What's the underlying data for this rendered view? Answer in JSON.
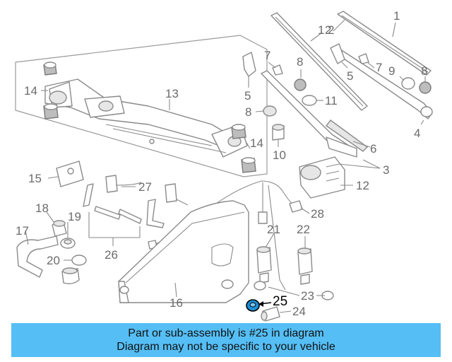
{
  "callouts": [
    "1",
    "1",
    "2",
    "2",
    "3",
    "4",
    "5",
    "5",
    "6",
    "7",
    "7",
    "8",
    "8",
    "8",
    "9",
    "10",
    "11",
    "12",
    "13",
    "14",
    "14",
    "15",
    "16",
    "17",
    "18",
    "19",
    "20",
    "21",
    "22",
    "23",
    "24",
    "25",
    "26",
    "27",
    "28"
  ],
  "highlight": {
    "part": "25",
    "color": "#1e8fd6"
  },
  "banner": {
    "line1": "Part or sub-assembly is #25 in diagram",
    "line2": "Diagram may not be specific to your vehicle",
    "background": "#55bef5"
  }
}
